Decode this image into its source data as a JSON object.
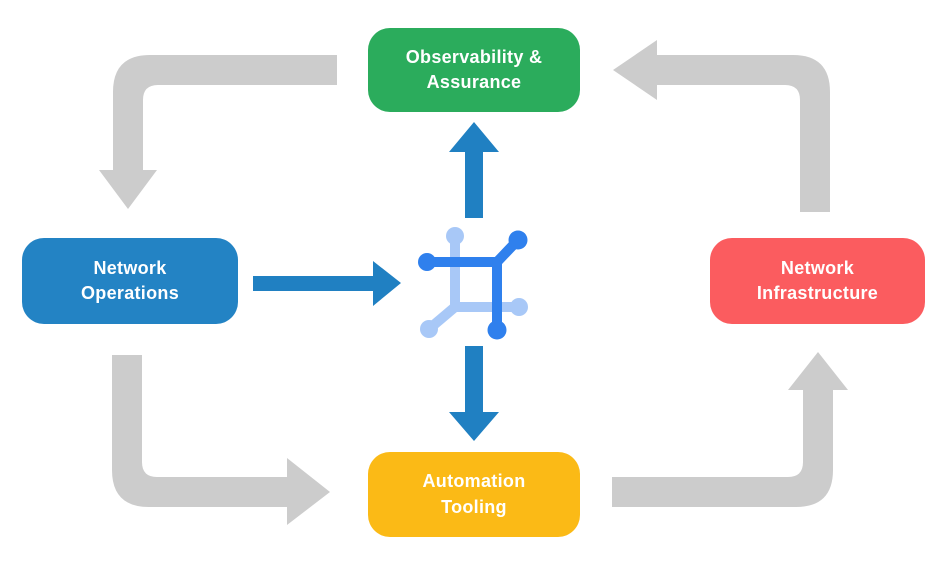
{
  "diagram": {
    "nodes": {
      "observability": {
        "label": "Observability &\nAssurance",
        "color": "#2BAC5C"
      },
      "operations": {
        "label": "Network\nOperations",
        "color": "#2383C4"
      },
      "infrastructure": {
        "label": "Network\nInfrastructure",
        "color": "#FB5C5F"
      },
      "automation": {
        "label": "Automation\nTooling",
        "color": "#FBBA16"
      }
    },
    "colors": {
      "arrow_gray": "#CCCCCC",
      "arrow_blue": "#2080C2",
      "icon_dark_blue": "#2F80ED",
      "icon_light_blue": "#A8C8F7",
      "label_text": "#FFFFFF",
      "background": "#FFFFFF"
    },
    "arrows": {
      "gray_cycle": [
        {
          "from": "Observability & Assurance",
          "to": "Network Operations"
        },
        {
          "from": "Network Operations",
          "to": "Automation Tooling"
        },
        {
          "from": "Automation Tooling",
          "to": "Network Infrastructure"
        },
        {
          "from": "Network Infrastructure",
          "to": "Observability & Assurance"
        }
      ],
      "blue": [
        {
          "from": "Network Operations",
          "to": "center network icon"
        },
        {
          "from": "center network icon",
          "to": "Observability & Assurance"
        },
        {
          "from": "center network icon",
          "to": "Automation Tooling"
        }
      ]
    }
  }
}
